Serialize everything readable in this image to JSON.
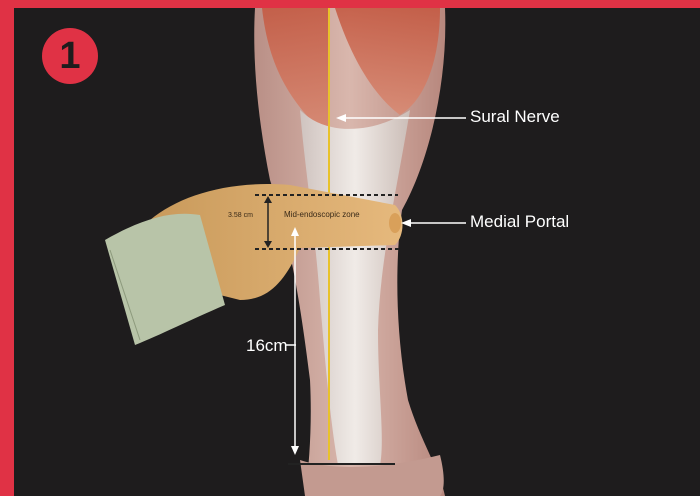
{
  "badge": {
    "number": "1"
  },
  "labels": {
    "sural_nerve": "Sural Nerve",
    "medial_portal": "Medial Portal",
    "distance": "16cm",
    "zone_width": "3.58 cm",
    "zone_name": "Mid-endoscopic zone"
  },
  "colors": {
    "accent": "#e03245",
    "background": "#1e1c1d",
    "nerve": "#e8c22a"
  }
}
